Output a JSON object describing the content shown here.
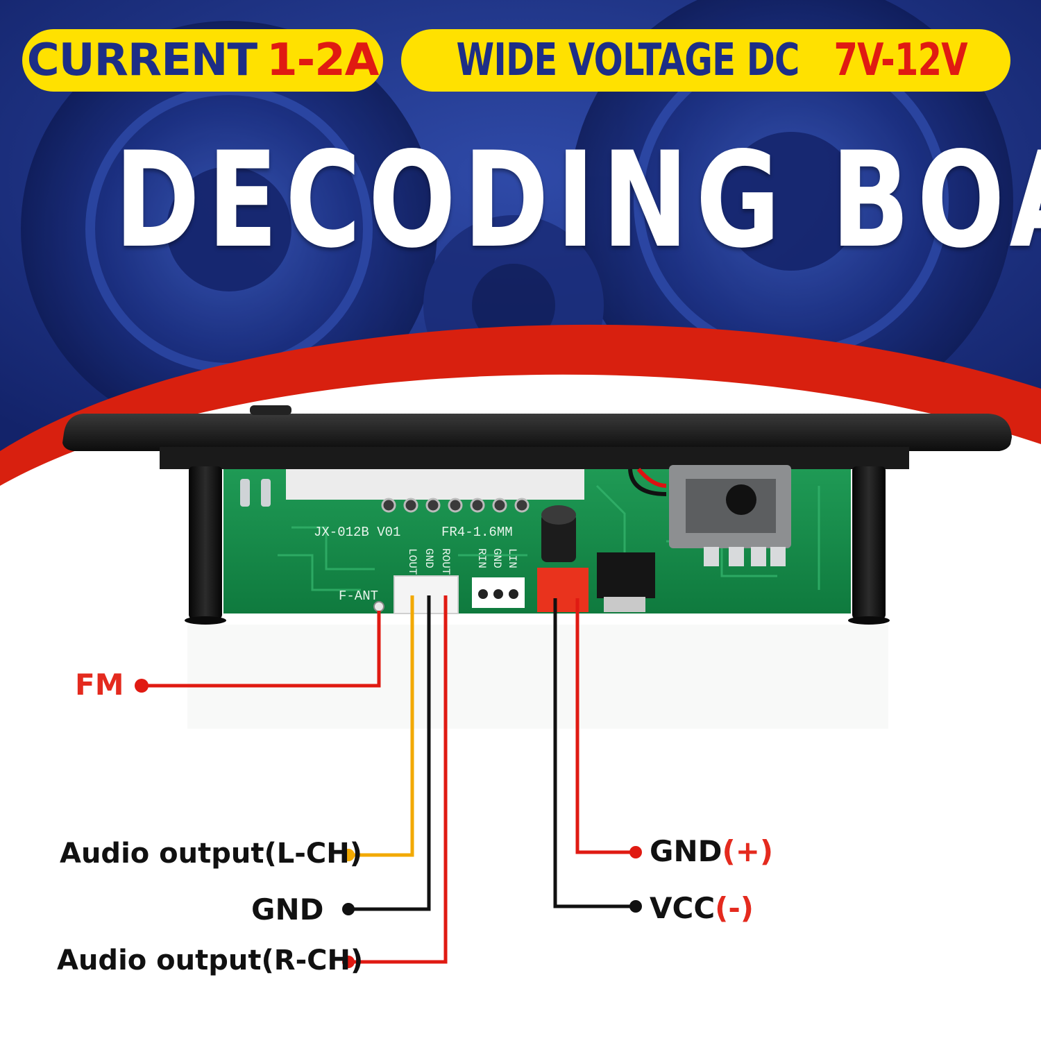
{
  "banner": {
    "current_label": "CURRENT",
    "current_value": "1-2A",
    "voltage_label": "WIDE VOLTAGE DC",
    "voltage_value": "7V-12V"
  },
  "title": "DECODING BOARD",
  "board": {
    "silkscreen": [
      "JX-012B V01",
      "FR4-1.6MM",
      "F-ANT",
      "LOUT",
      "GND",
      "ROUT",
      "RIN",
      "GND",
      "LIN"
    ]
  },
  "pins": {
    "fm": "FM",
    "audio_left": "Audio output(L-CH)",
    "gnd": "GND",
    "audio_right": "Audio output(R-CH)",
    "gnd_plus_text": "GND",
    "gnd_plus_sign": "(+)",
    "vcc_text": "VCC",
    "vcc_sign": "(-)"
  },
  "colors": {
    "banner_blue": "#1d2e86",
    "banner_yellow": "#ffe100",
    "accent_red": "#e01a12",
    "wire_orange": "#f2a900",
    "wire_black": "#111111"
  }
}
